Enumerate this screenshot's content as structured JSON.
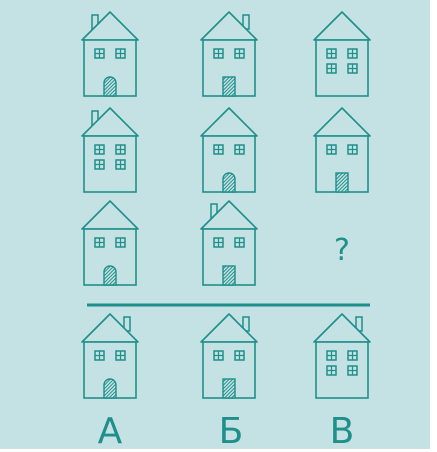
{
  "question_mark": "?",
  "answer_labels": [
    "А",
    "Б",
    "В"
  ],
  "colors": {
    "background": "#c4e2e3",
    "stroke": "#1f8f8b"
  },
  "grid": [
    [
      {
        "chimney": "left",
        "windows": 1,
        "door": "arched"
      },
      {
        "chimney": "right",
        "windows": 1,
        "door": "rect"
      },
      {
        "chimney": "none",
        "windows": 2,
        "door": "none"
      }
    ],
    [
      {
        "chimney": "left",
        "windows": 2,
        "door": "none"
      },
      {
        "chimney": "none",
        "windows": 1,
        "door": "arched"
      },
      {
        "chimney": "none",
        "windows": 1,
        "door": "rect"
      }
    ],
    [
      {
        "chimney": "none",
        "windows": 1,
        "door": "arched"
      },
      {
        "chimney": "left",
        "windows": 1,
        "door": "rect"
      },
      null
    ]
  ],
  "answers": [
    {
      "chimney": "right",
      "windows": 1,
      "door": "arched"
    },
    {
      "chimney": "right",
      "windows": 1,
      "door": "rect"
    },
    {
      "chimney": "right",
      "windows": 2,
      "door": "none"
    }
  ]
}
